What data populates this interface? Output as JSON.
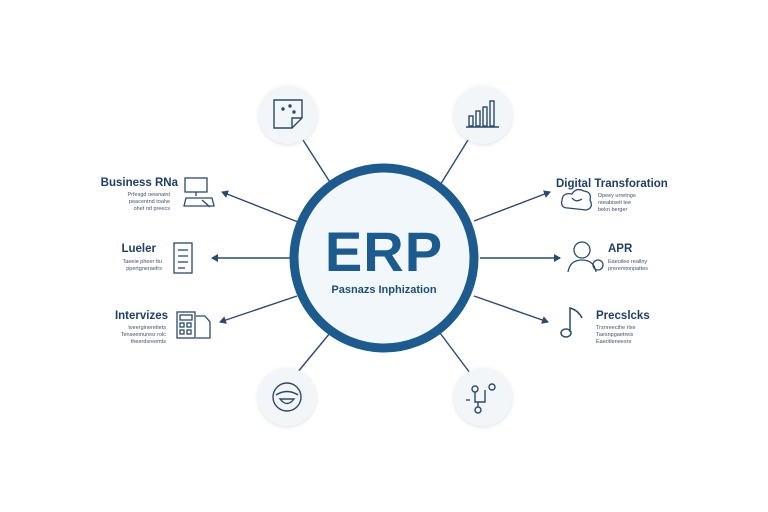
{
  "hub": {
    "title": "ERP",
    "subtitle": "Pasnazs Inphization"
  },
  "colors": {
    "primary": "#1d5b8f",
    "line": "#2b4a6b",
    "node_bg": "#f3f6f9"
  },
  "spokes": {
    "business": {
      "label": "Business RNa",
      "lines": [
        "Prfesgd oewnaint",
        "peacentnd toahe",
        "ohet nd preecs"
      ],
      "icon": "monitor-icon"
    },
    "lueler": {
      "label": "Lueler",
      "lines": [
        "Taeeie pheer ttu",
        "ppertgneraefrs"
      ],
      "icon": "checklist-icon"
    },
    "intervizes": {
      "label": "Intervizes",
      "lines": [
        "tveergineretiets",
        "Tenseemuresr rolc",
        "theerdsreemts"
      ],
      "icon": "calculator-icon"
    },
    "digital": {
      "label": "Digital Transforation",
      "lines": [
        "Dpeey urretnge",
        "reeabiseit tee",
        "bekn berger"
      ],
      "icon": "cloud-icon"
    },
    "apr": {
      "label": "APR",
      "lines": [
        "Eaeoilee reallny",
        "preremtonpattes"
      ],
      "icon": "person-icon"
    },
    "precslcks": {
      "label": "Precslcks",
      "lines": [
        "Trsnreecthe rlxe",
        "Taesnpgaetreis",
        "Eaeotleneesrs"
      ],
      "icon": "music-note-icon"
    }
  },
  "nodes": {
    "top_left": {
      "icon": "note-icon"
    },
    "top_right": {
      "icon": "bar-chart-icon"
    },
    "bottom_left": {
      "icon": "helmet-icon"
    },
    "bottom_right": {
      "icon": "network-icon"
    }
  }
}
